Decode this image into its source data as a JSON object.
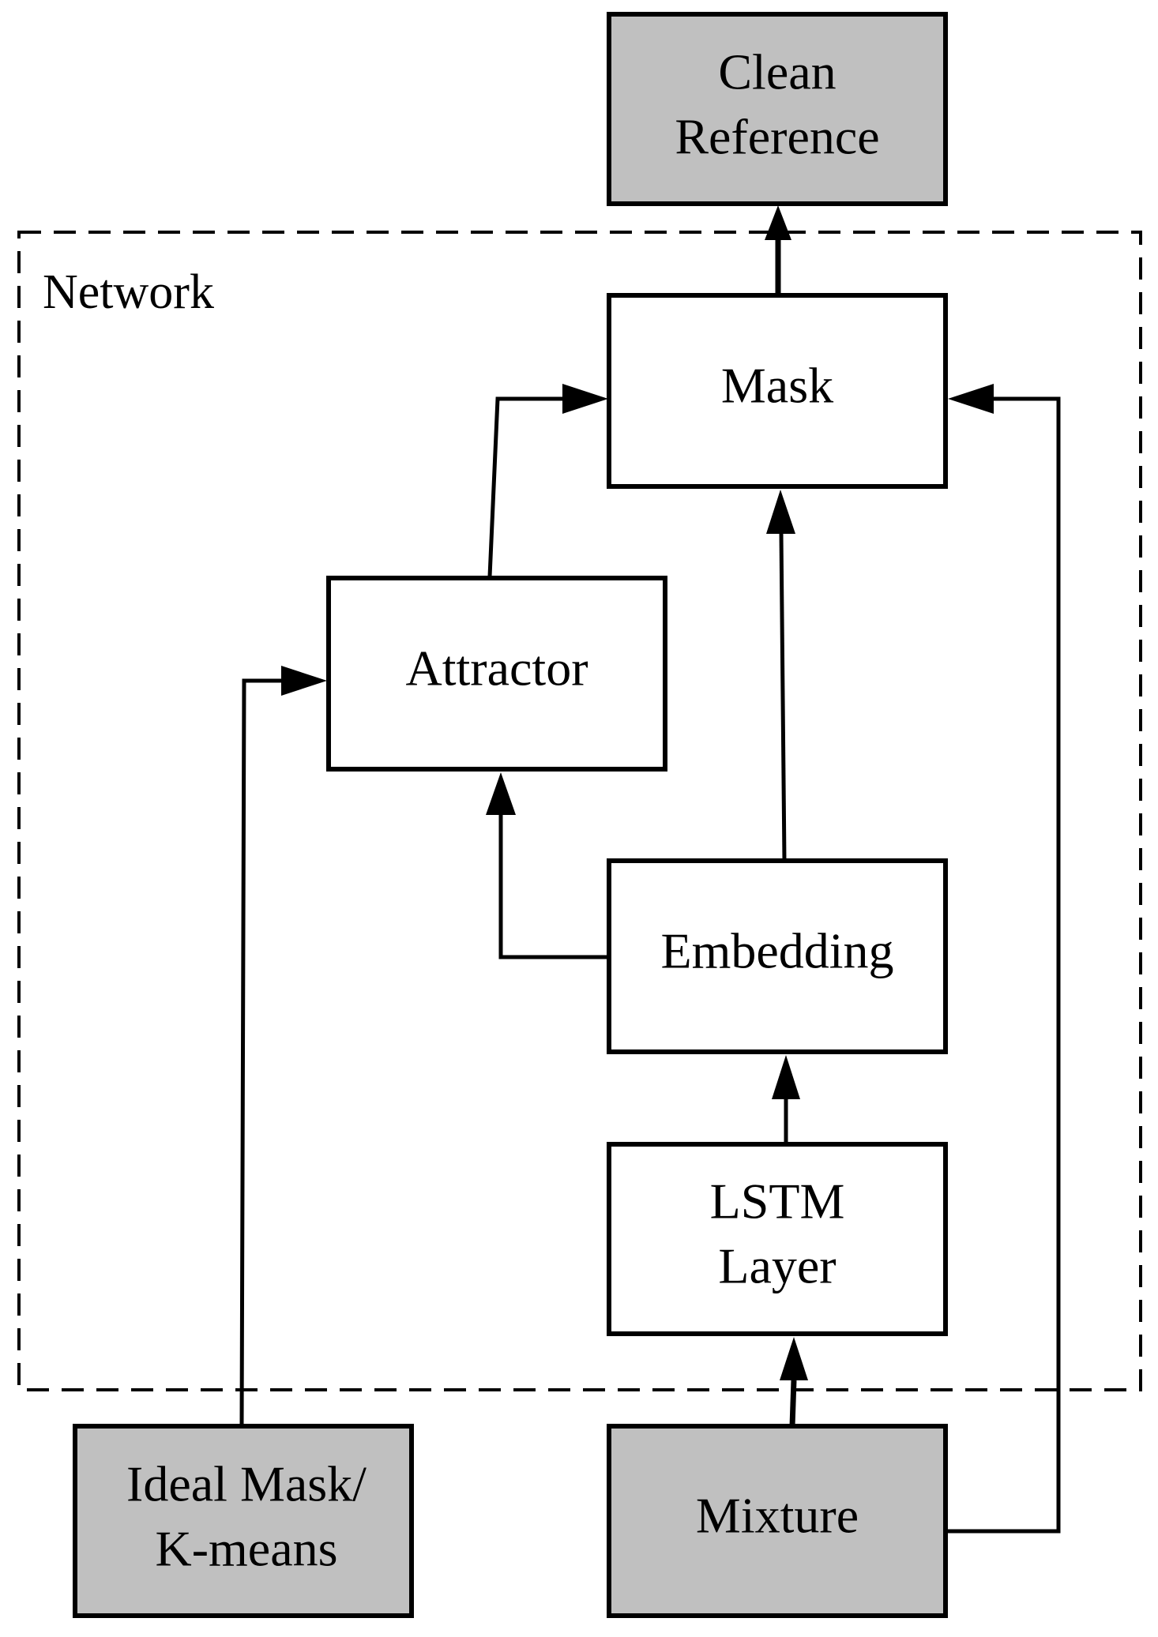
{
  "diagram": {
    "network_label": "Network",
    "colors": {
      "io_fill": "#c0c0c0",
      "inner_fill": "#ffffff",
      "stroke": "#000000"
    },
    "nodes": {
      "clean_reference": {
        "lines": [
          "Clean",
          "Reference"
        ],
        "kind": "io"
      },
      "mask": {
        "lines": [
          "Mask"
        ],
        "kind": "inner"
      },
      "attractor": {
        "lines": [
          "Attractor"
        ],
        "kind": "inner"
      },
      "embedding": {
        "lines": [
          "Embedding"
        ],
        "kind": "inner"
      },
      "lstm_layer": {
        "lines": [
          "LSTM",
          "Layer"
        ],
        "kind": "inner"
      },
      "ideal_mask": {
        "lines": [
          "Ideal Mask/",
          "K-means"
        ],
        "kind": "io"
      },
      "mixture": {
        "lines": [
          "Mixture"
        ],
        "kind": "io"
      }
    },
    "edges": [
      {
        "from": "mask",
        "to": "clean_reference"
      },
      {
        "from": "attractor",
        "to": "mask"
      },
      {
        "from": "embedding",
        "to": "mask"
      },
      {
        "from": "embedding",
        "to": "attractor"
      },
      {
        "from": "lstm_layer",
        "to": "embedding"
      },
      {
        "from": "mixture",
        "to": "lstm_layer"
      },
      {
        "from": "mixture",
        "to": "mask"
      },
      {
        "from": "ideal_mask",
        "to": "attractor"
      }
    ]
  }
}
